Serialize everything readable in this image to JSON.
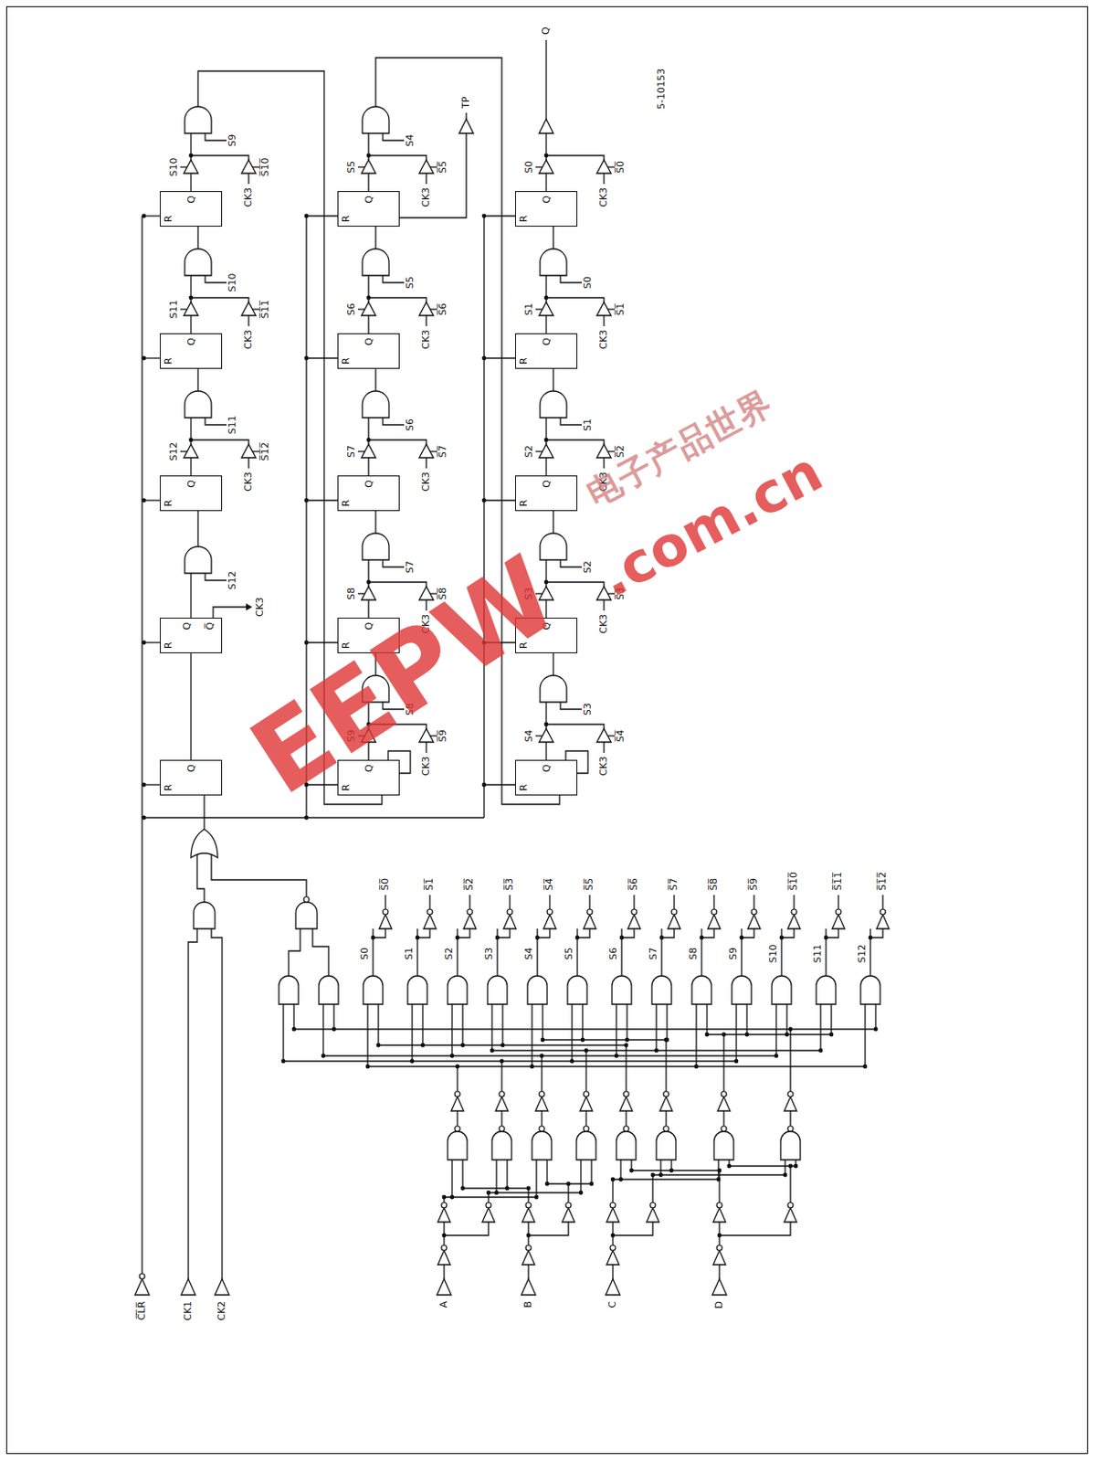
{
  "diagram": {
    "nodes": [
      {
        "text": [
          "R",
          "Q"
        ]
      },
      {
        "text": [
          "R",
          "Q",
          "Q̅"
        ]
      },
      {
        "text": [
          "R",
          "Q"
        ]
      },
      {
        "text": [
          "R",
          "Q"
        ]
      },
      {
        "text": [
          "R",
          "Q"
        ]
      },
      {
        "text": [
          "R",
          "Q"
        ]
      },
      {
        "text": [
          "R",
          "Q"
        ]
      },
      {
        "text": [
          "R",
          "Q"
        ]
      },
      {
        "text": [
          "R",
          "Q"
        ]
      },
      {
        "text": [
          "R",
          "Q"
        ]
      },
      {
        "text": [
          "R",
          "Q"
        ]
      },
      {
        "text": [
          "R",
          "Q"
        ]
      },
      {
        "text": [
          "R",
          "Q"
        ]
      },
      {
        "text": [
          "R",
          "Q"
        ]
      },
      {
        "text": [
          "R",
          "Q"
        ]
      }
    ],
    "labels": [
      "C̅L̅R̅",
      "CK1",
      "CK2",
      "A",
      "B",
      "C",
      "D",
      "S0",
      "S1",
      "S2",
      "S3",
      "S4",
      "S5",
      "S6",
      "S7",
      "S8",
      "S9",
      "S10",
      "S11",
      "S12",
      "S̅0̅",
      "S̅1̅",
      "S̅2̅",
      "S̅3̅",
      "S̅4̅",
      "S̅5̅",
      "S̅6̅",
      "S̅7̅",
      "S̅8̅",
      "S̅9̅",
      "S̅1̅0̅",
      "S̅1̅1̅",
      "S̅1̅2̅",
      "CK3",
      "S12",
      "S12",
      "S̅1̅2̅",
      "CK3",
      "S11",
      "S11",
      "S̅1̅1̅",
      "CK3",
      "S10",
      "S10",
      "S̅1̅0̅",
      "CK3",
      "S9",
      "S9",
      "S̅9̅",
      "CK3",
      "S8",
      "S8",
      "S̅8̅",
      "CK3",
      "S7",
      "S7",
      "S̅7̅",
      "CK3",
      "S6",
      "S6",
      "S̅6̅",
      "CK3",
      "S5",
      "S5",
      "S̅5̅",
      "CK3",
      "S4",
      "S4",
      "S̅4̅",
      "CK3",
      "S3",
      "S3",
      "S̅3̅",
      "CK3",
      "S2",
      "S2",
      "S̅2̅",
      "CK3",
      "S1",
      "S1",
      "S̅1̅",
      "CK3",
      "S0",
      "S0",
      "S̅0̅",
      "CK3",
      "TP",
      "Q",
      "5-10153",
      "EEPW",
      ".com.cn",
      "电子产品世界"
    ]
  }
}
